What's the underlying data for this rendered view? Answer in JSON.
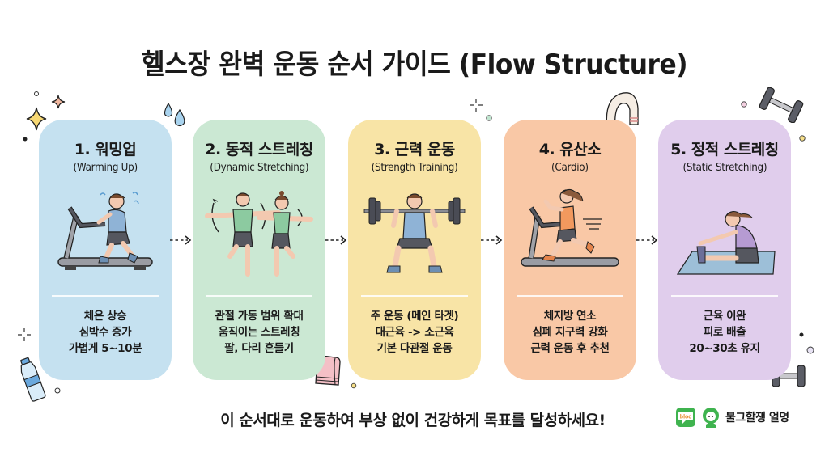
{
  "header": {
    "title": "헬스장 완벽 운동 순서 가이드 (Flow Structure)"
  },
  "steps": [
    {
      "title": "1. 워밍업",
      "subtitle": "(Warming Up)",
      "illustration": "man-walking-treadmill",
      "color": "#c5e1f0",
      "details": [
        "체온 상승",
        "심박수 증가",
        "가볍게 5~10분"
      ]
    },
    {
      "title": "2. 동적 스트레칭",
      "subtitle": "(Dynamic Stretching)",
      "illustration": "two-people-arm-circles-knee-raise",
      "color": "#cbe8d3",
      "details": [
        "관절 가동 범위 확대",
        "움직이는 스트레칭",
        "팔, 다리 흔들기"
      ]
    },
    {
      "title": "3. 근력 운동",
      "subtitle": "(Strength Training)",
      "illustration": "man-barbell-squat",
      "color": "#f8e4a6",
      "details": [
        "주 운동 (메인 타겟)",
        "대근육 -> 소근육",
        "기본 다관절 운동"
      ]
    },
    {
      "title": "4. 유산소",
      "subtitle": "(Cardio)",
      "illustration": "woman-running-treadmill",
      "color": "#f9c8a6",
      "details": [
        "체지방 연소",
        "심폐 지구력 강화",
        "근력 운동 후 추천"
      ]
    },
    {
      "title": "5. 정적 스트레칭",
      "subtitle": "(Static Stretching)",
      "illustration": "woman-seated-forward-bend-mat",
      "color": "#e0cdec",
      "details": [
        "근육 이완",
        "피로 배출",
        "20~30초 유지"
      ]
    }
  ],
  "flow": {
    "arrow_style": "dashed-right-arrow",
    "count": 4
  },
  "footer": {
    "message": "이 순서대로 운동하여 부상 없이 건강하게 목표를 달성하세요!"
  },
  "brand": {
    "badge_label": "bloc",
    "name": "불그할쟁 얼명"
  },
  "decorations": [
    "sparkle-icon",
    "water-drop-icon",
    "water-bottle-icon",
    "towel-icon",
    "dumbbell-icon",
    "dot-icon"
  ]
}
